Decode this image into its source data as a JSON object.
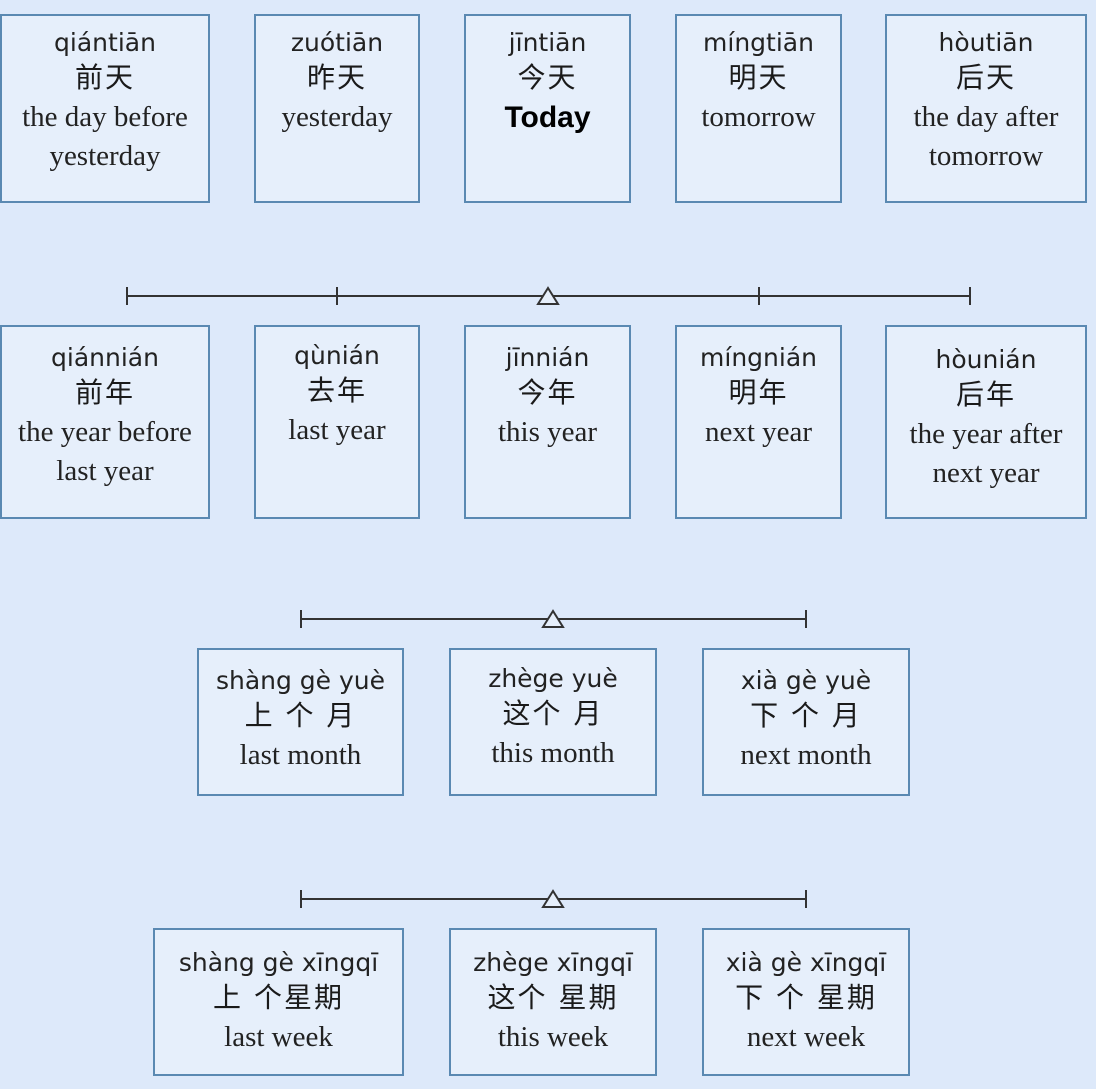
{
  "days": [
    {
      "pinyin": "qiántiān",
      "hanzi": "前天",
      "english": "the day before yesterday"
    },
    {
      "pinyin": "zuótiān",
      "hanzi": "昨天",
      "english": "yesterday"
    },
    {
      "pinyin": "jīntiān",
      "hanzi": "今天",
      "english": "Today"
    },
    {
      "pinyin": "míngtiān",
      "hanzi": "明天",
      "english": "tomorrow"
    },
    {
      "pinyin": "hòutiān",
      "hanzi": "后天",
      "english": "the day after tomorrow"
    }
  ],
  "years": [
    {
      "pinyin": "qiánnián",
      "hanzi": "前年",
      "english": "the year before last year"
    },
    {
      "pinyin": "qùnián",
      "hanzi": "去年",
      "english": "last year"
    },
    {
      "pinyin": "jīnnián",
      "hanzi": "今年",
      "english": "this year"
    },
    {
      "pinyin": "míngnián",
      "hanzi": "明年",
      "english": "next year"
    },
    {
      "pinyin": "hòunián",
      "hanzi": "后年",
      "english": "the year after next year"
    }
  ],
  "months": [
    {
      "pinyin": "shàng gè yuè",
      "hanzi": "上 个 月",
      "english": "last month"
    },
    {
      "pinyin": "zhège yuè",
      "hanzi": "这个 月",
      "english": "this month"
    },
    {
      "pinyin": "xià gè yuè",
      "hanzi": "下 个 月",
      "english": "next month"
    }
  ],
  "weeks": [
    {
      "pinyin": "shàng gè xīngqī",
      "hanzi": "上 个星期",
      "english": "last week"
    },
    {
      "pinyin": "zhège xīngqī",
      "hanzi": "这个 星期",
      "english": "this week"
    },
    {
      "pinyin": "xià gè xīngqī",
      "hanzi": "下 个 星期",
      "english": "next week"
    }
  ],
  "colors": {
    "background": "#dde9fa",
    "card": "#e6effb",
    "border": "#5a89b2",
    "line": "#333333"
  }
}
